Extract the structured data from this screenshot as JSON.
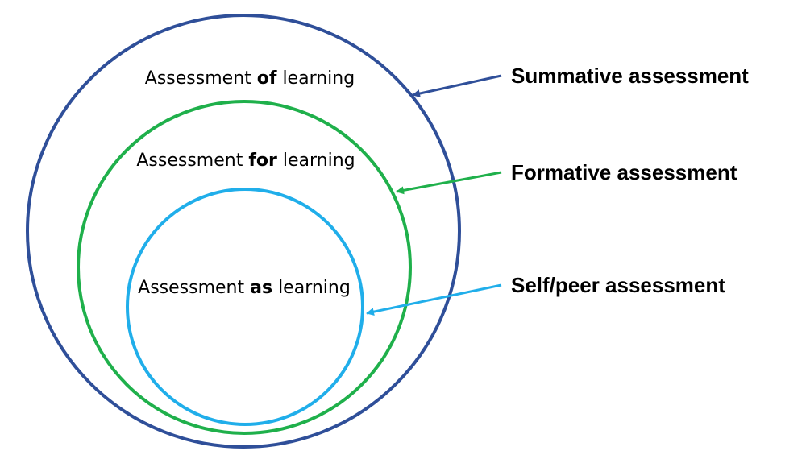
{
  "diagram": {
    "colors": {
      "summative": "#2f4f99",
      "formative": "#1fb04b",
      "self_peer": "#20aeea",
      "text": "#000000",
      "background": "#ffffff"
    },
    "rings": [
      {
        "key": "summative",
        "label_pre": "Assessment ",
        "label_emph": "of",
        "label_post": " learning",
        "side_label": "Summative assessment"
      },
      {
        "key": "formative",
        "label_pre": "Assessment ",
        "label_emph": "for",
        "label_post": " learning",
        "side_label": "Formative assessment"
      },
      {
        "key": "self_peer",
        "label_pre": "Assessment ",
        "label_emph": "as",
        "label_post": " learning",
        "side_label": "Self/peer assessment"
      }
    ]
  }
}
